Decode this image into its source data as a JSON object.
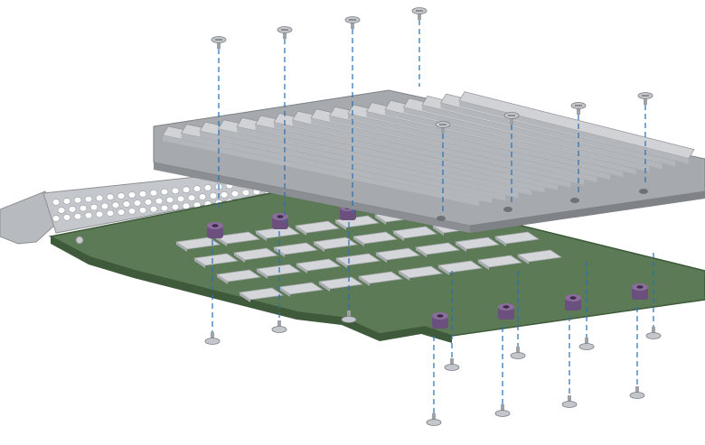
{
  "diagram": {
    "kind": "exploded-assembly",
    "parts": [
      "heatsink",
      "pcb-card",
      "pcie-bracket",
      "memory-modules",
      "standoffs",
      "screws"
    ],
    "colors": {
      "background": "#ffffff",
      "heatsink_top": "#c9cbce",
      "heatsink_side": "#9fa2a6",
      "pcb": "#5b7a55",
      "pcb_edge": "#3e5a3a",
      "bracket": "#bfc2c6",
      "module": "#d2d4d7",
      "standoff": "#6b4f7d",
      "guide_line": "#2a6fb3",
      "screw": "#b9bcc0"
    }
  }
}
